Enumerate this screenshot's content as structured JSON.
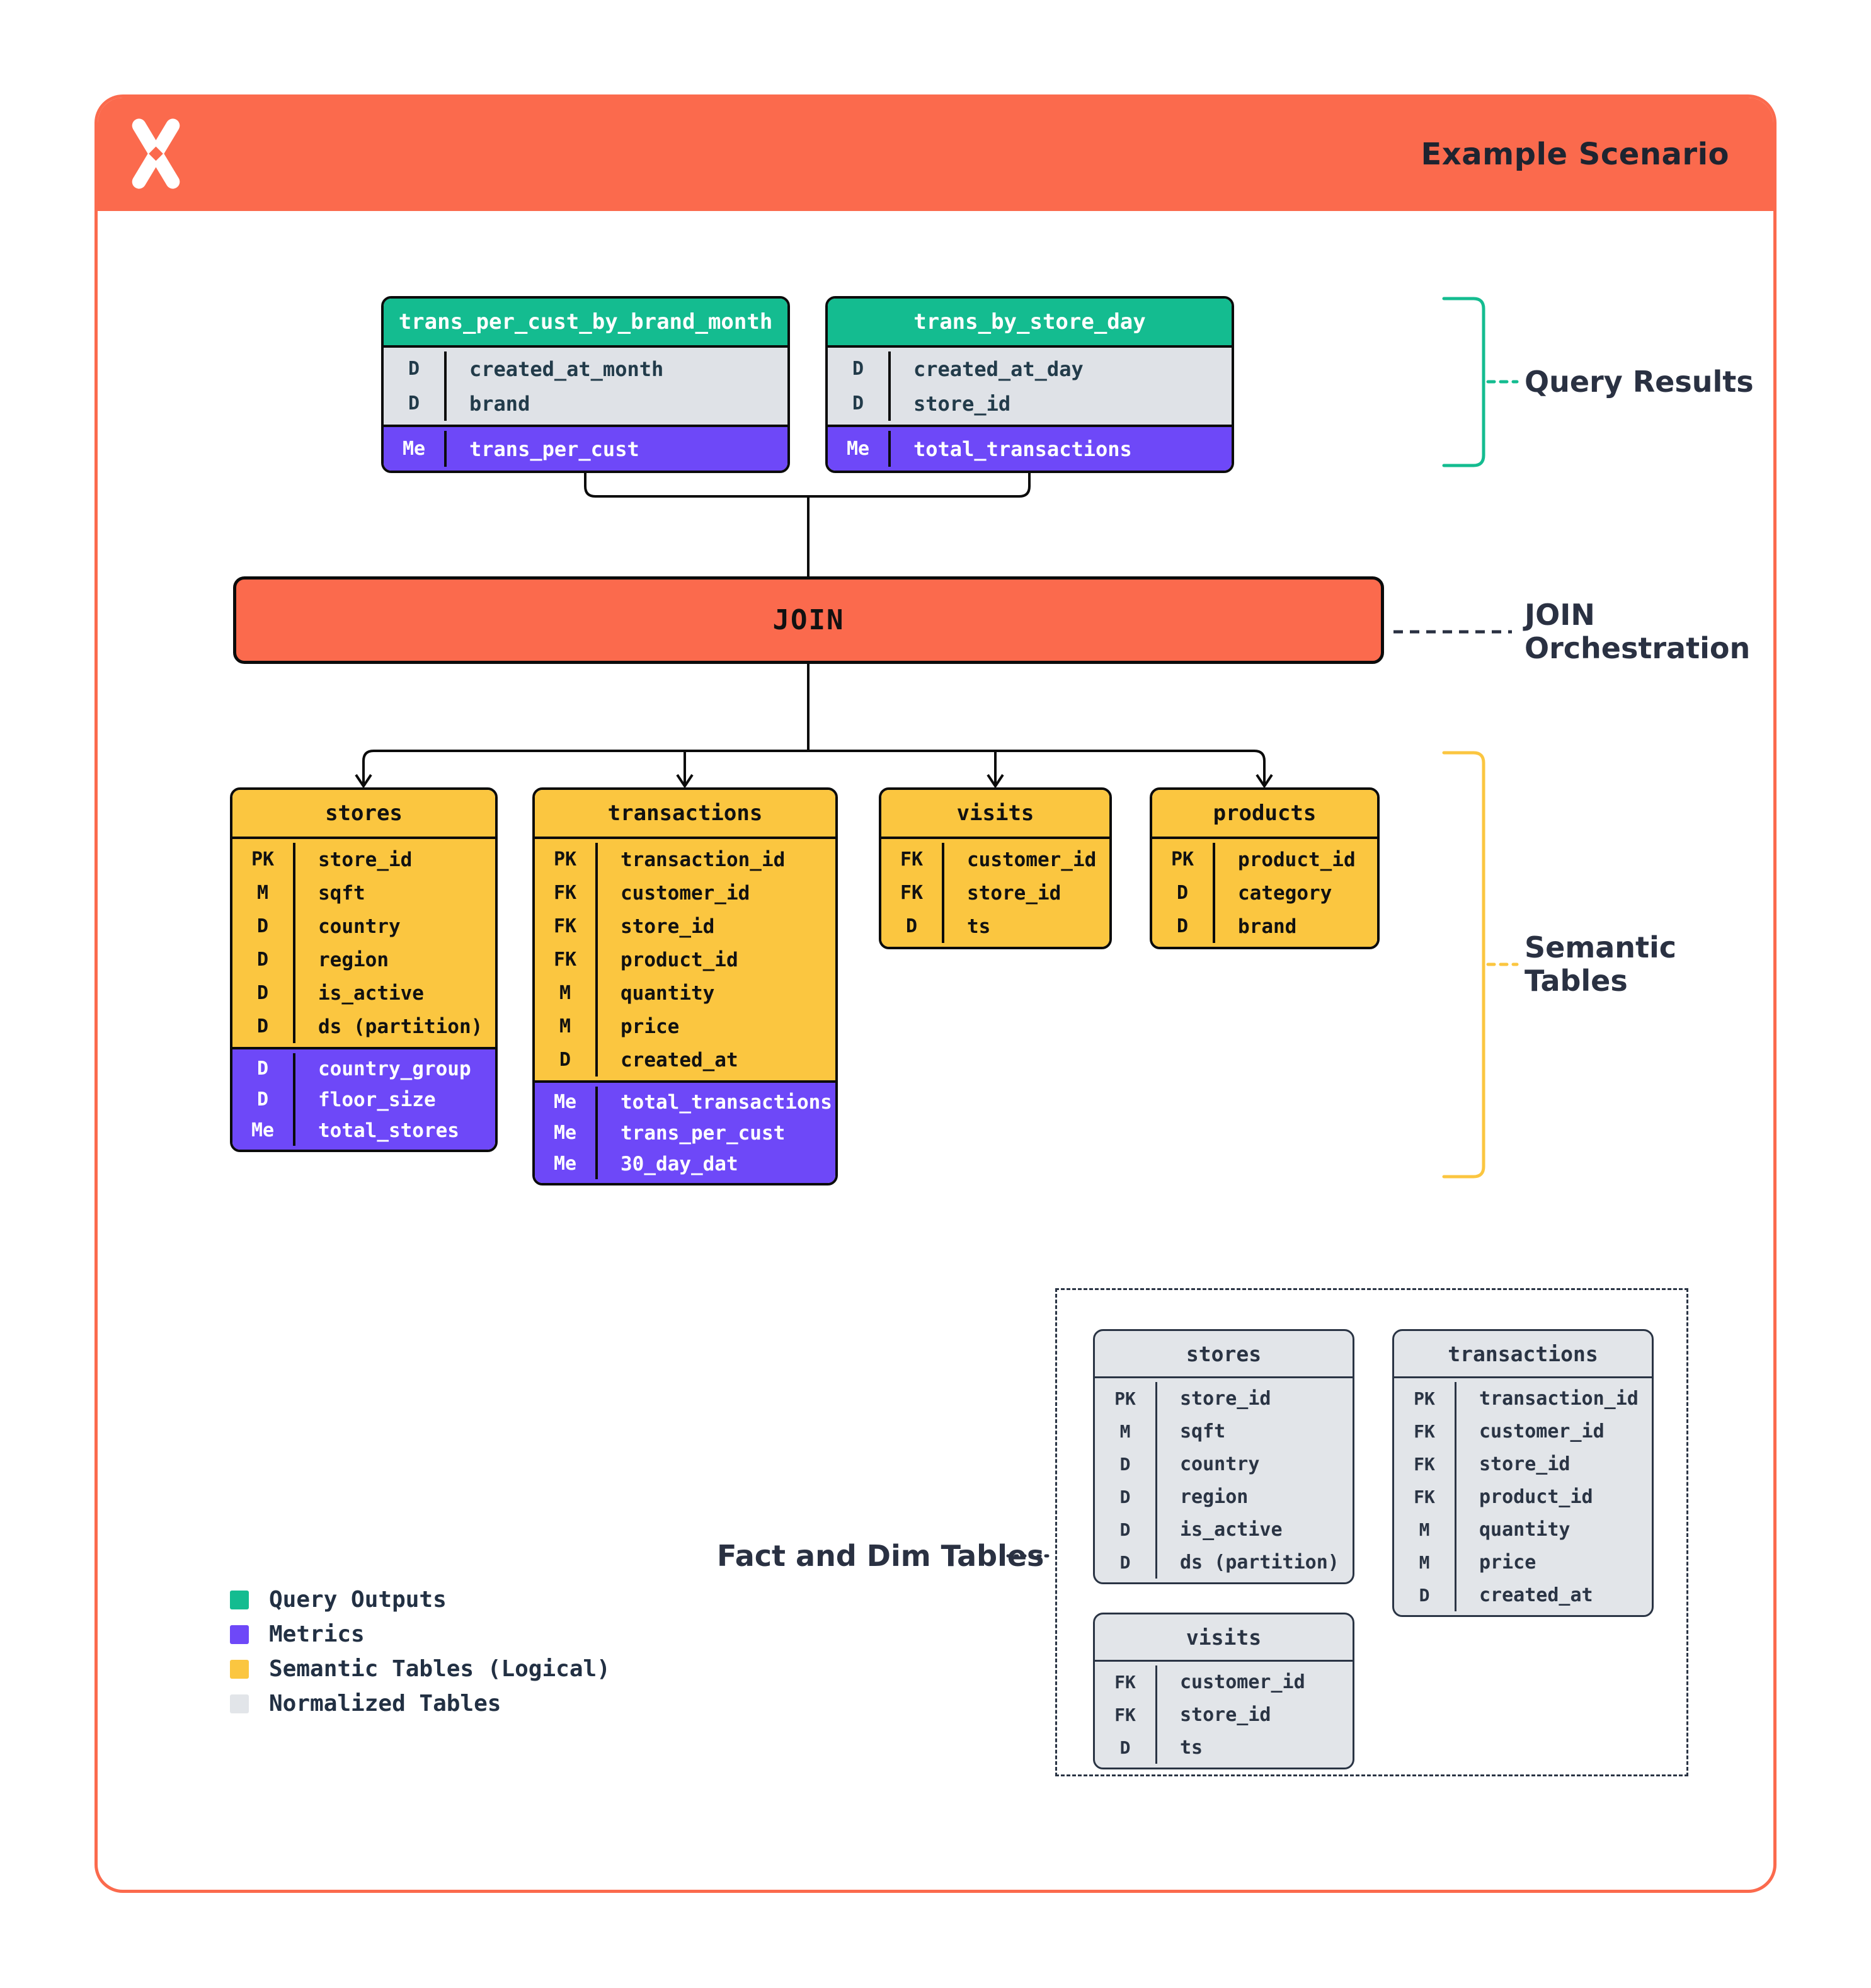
{
  "header": {
    "title": "Example Scenario",
    "logo_icon": "x-star-logo"
  },
  "join": {
    "label": "JOIN"
  },
  "annotations": {
    "query_results": "Query Results",
    "join_orchestration_line1": "JOIN",
    "join_orchestration_line2": "Orchestration",
    "semantic_tables_line1": "Semantic",
    "semantic_tables_line2": "Tables",
    "fact_dim": "Fact and Dim Tables"
  },
  "colors": {
    "orange": "#FB6A4D",
    "green": "#14BC90",
    "purple": "#6E48F8",
    "yellow": "#FBC640",
    "gray": "#E2E5E9",
    "navy": "#2A3444"
  },
  "query_tables": [
    {
      "name": "trans_per_cust_by_brand_month",
      "rows": [
        [
          "D",
          "created_at_month"
        ],
        [
          "D",
          "brand"
        ]
      ],
      "metric_rows": [
        [
          "Me",
          "trans_per_cust"
        ]
      ]
    },
    {
      "name": "trans_by_store_day",
      "rows": [
        [
          "D",
          "created_at_day"
        ],
        [
          "D",
          "store_id"
        ]
      ],
      "metric_rows": [
        [
          "Me",
          "total_transactions"
        ]
      ]
    }
  ],
  "semantic_tables": [
    {
      "name": "stores",
      "rows": [
        [
          "PK",
          "store_id"
        ],
        [
          "M",
          "sqft"
        ],
        [
          "D",
          "country"
        ],
        [
          "D",
          "region"
        ],
        [
          "D",
          "is_active"
        ],
        [
          "D",
          "ds (partition)"
        ]
      ],
      "metric_rows": [
        [
          "D",
          "country_group"
        ],
        [
          "D",
          "floor_size"
        ],
        [
          "Me",
          "total_stores"
        ]
      ]
    },
    {
      "name": "transactions",
      "rows": [
        [
          "PK",
          "transaction_id"
        ],
        [
          "FK",
          "customer_id"
        ],
        [
          "FK",
          "store_id"
        ],
        [
          "FK",
          "product_id"
        ],
        [
          "M",
          "quantity"
        ],
        [
          "M",
          "price"
        ],
        [
          "D",
          "created_at"
        ]
      ],
      "metric_rows": [
        [
          "Me",
          "total_transactions"
        ],
        [
          "Me",
          "trans_per_cust"
        ],
        [
          "Me",
          "30_day_dat"
        ]
      ]
    },
    {
      "name": "visits",
      "rows": [
        [
          "FK",
          "customer_id"
        ],
        [
          "FK",
          "store_id"
        ],
        [
          "D",
          "ts"
        ]
      ],
      "metric_rows": []
    },
    {
      "name": "products",
      "rows": [
        [
          "PK",
          "product_id"
        ],
        [
          "D",
          "category"
        ],
        [
          "D",
          "brand"
        ]
      ],
      "metric_rows": []
    }
  ],
  "normalized_tables": [
    {
      "name": "stores",
      "rows": [
        [
          "PK",
          "store_id"
        ],
        [
          "M",
          "sqft"
        ],
        [
          "D",
          "country"
        ],
        [
          "D",
          "region"
        ],
        [
          "D",
          "is_active"
        ],
        [
          "D",
          "ds (partition)"
        ]
      ],
      "metric_rows": []
    },
    {
      "name": "transactions",
      "rows": [
        [
          "PK",
          "transaction_id"
        ],
        [
          "FK",
          "customer_id"
        ],
        [
          "FK",
          "store_id"
        ],
        [
          "FK",
          "product_id"
        ],
        [
          "M",
          "quantity"
        ],
        [
          "M",
          "price"
        ],
        [
          "D",
          "created_at"
        ]
      ],
      "metric_rows": []
    },
    {
      "name": "visits",
      "rows": [
        [
          "FK",
          "customer_id"
        ],
        [
          "FK",
          "store_id"
        ],
        [
          "D",
          "ts"
        ]
      ],
      "metric_rows": []
    }
  ],
  "legend": [
    {
      "icon": "green-swatch",
      "color_hex": "#14BC90",
      "label": "Query Outputs"
    },
    {
      "icon": "purple-swatch",
      "color_hex": "#6E48F8",
      "label": "Metrics"
    },
    {
      "icon": "yellow-swatch",
      "color_hex": "#FBC640",
      "label": "Semantic Tables (Logical)"
    },
    {
      "icon": "gray-swatch",
      "color_hex": "#E2E5E9",
      "label": "Normalized Tables"
    }
  ]
}
